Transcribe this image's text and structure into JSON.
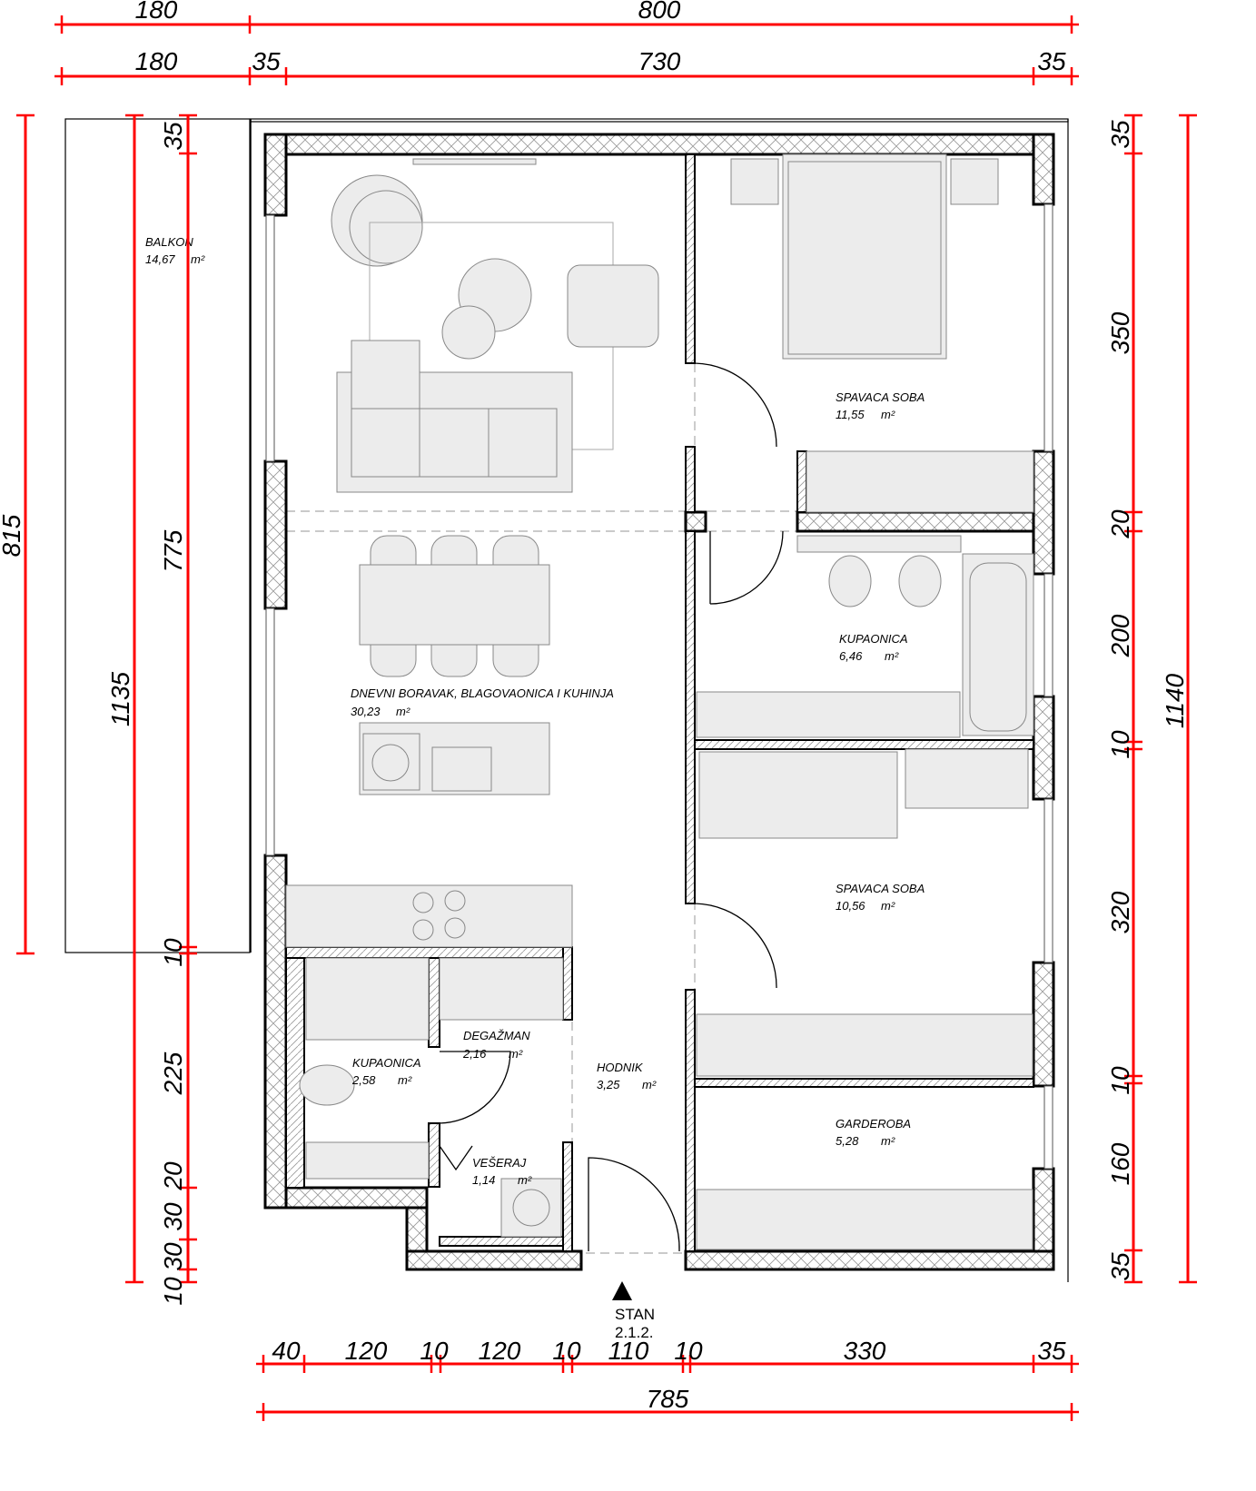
{
  "title": "STAN 2.1.2.",
  "unit": "m²",
  "colors": {
    "dimension": "#ff0000",
    "wall": "#000000",
    "furniture": "#ececec"
  },
  "dimensions": {
    "top_row1": [
      "180",
      "800"
    ],
    "top_row2": [
      "180",
      "35",
      "730",
      "35"
    ],
    "left_outer": "815",
    "left_middle": "1135",
    "left_inner": [
      "35",
      "775",
      "10",
      "225",
      "20",
      "30",
      "30",
      "10"
    ],
    "right_inner": [
      "35",
      "350",
      "20",
      "200",
      "10",
      "320",
      "10",
      "160",
      "35"
    ],
    "right_total": "1140",
    "bottom_row1": [
      "40",
      "120",
      "10",
      "120",
      "10",
      "110",
      "10",
      "330",
      "35"
    ],
    "bottom_total": "785"
  },
  "rooms": [
    {
      "name": "BALKON",
      "area": "14,67"
    },
    {
      "name": "DNEVNI BORAVAK, BLAGOVAONICA I KUHINJA",
      "area": "30,23"
    },
    {
      "name": "SPAVACA SOBA",
      "area": "11,55"
    },
    {
      "name": "KUPAONICA",
      "area": "6,46"
    },
    {
      "name": "SPAVACA SOBA",
      "area": "10,56"
    },
    {
      "name": "GARDEROBA",
      "area": "5,28"
    },
    {
      "name": "KUPAONICA",
      "area": "2,58"
    },
    {
      "name": "DEGAŽMAN",
      "area": "2,16"
    },
    {
      "name": "HODNIK",
      "area": "3,25"
    },
    {
      "name": "VEŠERAJ",
      "area": "1,14"
    }
  ],
  "entrance": {
    "label": "STAN",
    "code": "2.1.2."
  }
}
